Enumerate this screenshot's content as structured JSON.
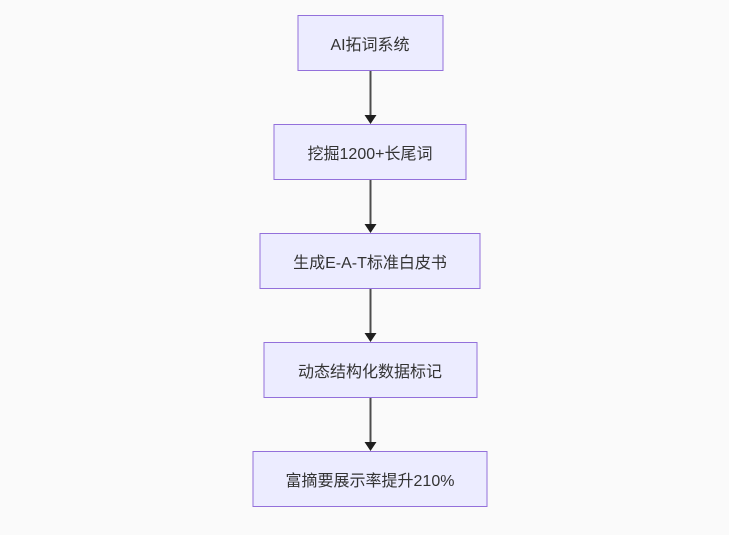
{
  "diagram": {
    "type": "flowchart",
    "direction": "top-down",
    "background": "#FAFAFA",
    "node_style": {
      "fill": "#ECECFF",
      "border": "#9370DB",
      "text_color": "#333333"
    },
    "arrow_color": "#333333",
    "nodes": [
      {
        "label": "AI拓词系统"
      },
      {
        "label": "挖掘1200+长尾词"
      },
      {
        "label": "生成E-A-T标准白皮书"
      },
      {
        "label": "动态结构化数据标记"
      },
      {
        "label": "富摘要展示率提升210%"
      }
    ],
    "edges": [
      {
        "from": "AI拓词系统",
        "to": "挖掘1200+长尾词"
      },
      {
        "from": "挖掘1200+长尾词",
        "to": "生成E-A-T标准白皮书"
      },
      {
        "from": "生成E-A-T标准白皮书",
        "to": "动态结构化数据标记"
      },
      {
        "from": "动态结构化数据标记",
        "to": "富摘要展示率提升210%"
      }
    ]
  }
}
